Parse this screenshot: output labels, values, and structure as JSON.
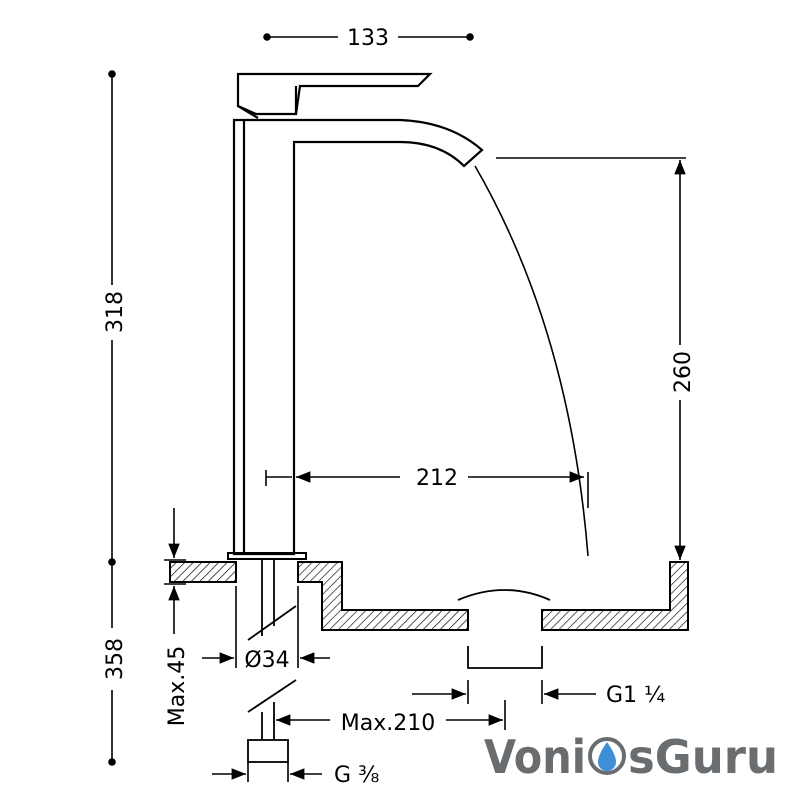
{
  "colors": {
    "line": "#000000",
    "background": "#ffffff",
    "logo_gray": "#6a6d70",
    "logo_blue": "#3f8fd8"
  },
  "dimensions": {
    "spout_width": "133",
    "height_upper": "318",
    "height_total": "358",
    "spout_height": "260",
    "spout_reach": "212",
    "max_thickness": "Max.45",
    "hole_diameter": "Ø34",
    "drain_thread": "G1 ¼",
    "max_drain_distance": "Max.210",
    "supply_thread": "G ⅜"
  },
  "logo": {
    "part1": "Voni",
    "part2": "sGuru",
    "icon": "water-drop-icon"
  }
}
